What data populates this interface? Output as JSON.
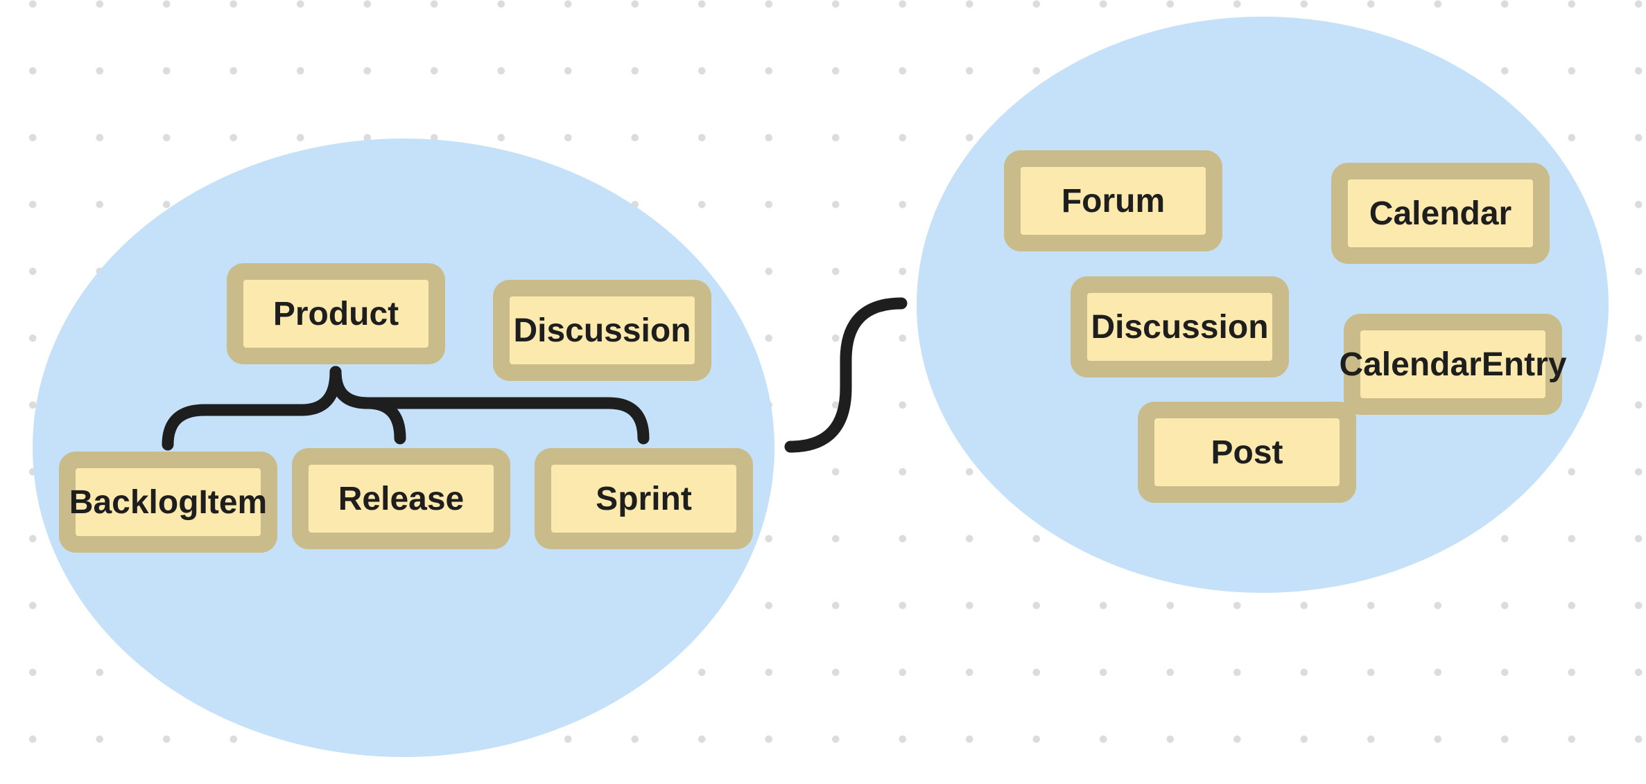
{
  "colors": {
    "bubble": "#c4e1f9",
    "entity_border": "#c9bc8a",
    "entity_fill": "#fbe9ad",
    "connector": "#1e1e1e",
    "text": "#1e1e1e",
    "dot": "#dcdcdc"
  },
  "left_group": {
    "entities": {
      "product": "Product",
      "discussion": "Discussion",
      "backlog_item": "BacklogItem",
      "release": "Release",
      "sprint": "Sprint"
    }
  },
  "right_group": {
    "entities": {
      "forum": "Forum",
      "calendar": "Calendar",
      "discussion": "Discussion",
      "calendar_entry": "CalendarEntry",
      "post": "Post"
    }
  }
}
